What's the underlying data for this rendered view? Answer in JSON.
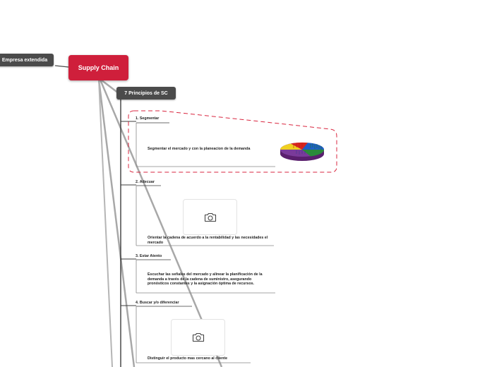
{
  "nodes": {
    "left": "Empresa extendida",
    "root": "Supply Chain",
    "principles": "7 Principios de SC"
  },
  "items": [
    {
      "title": "1.  Segmentar",
      "text": "Segmentar el mercado y con la planeacion de la demanda",
      "media": "pie-chart"
    },
    {
      "title": "2. Adecuar",
      "text": "Orientar la cadena de acuerdo a la rentabilidad y las necesidades el mercado",
      "media": "image-placeholder"
    },
    {
      "title": "3. Estar Atento",
      "text": "Escuchar las señales del mercado y alinear la planificación de la demanda a través de la cadena de suministro, asegurando pronósticos constantes y la asignación óptima de recursos.",
      "media": "none"
    },
    {
      "title": "4. Buscar y/o diferenciar",
      "text": "Distinguir el producto mas cercano al cliente",
      "media": "image-placeholder"
    }
  ],
  "icons": {
    "image_placeholder": "camera-icon"
  },
  "colors": {
    "root": "#cf1f3b",
    "dark_node": "#4b4b4b",
    "highlight_border": "#d9263f",
    "connector": "#a8a8a8",
    "spine": "#3c3c3c"
  }
}
